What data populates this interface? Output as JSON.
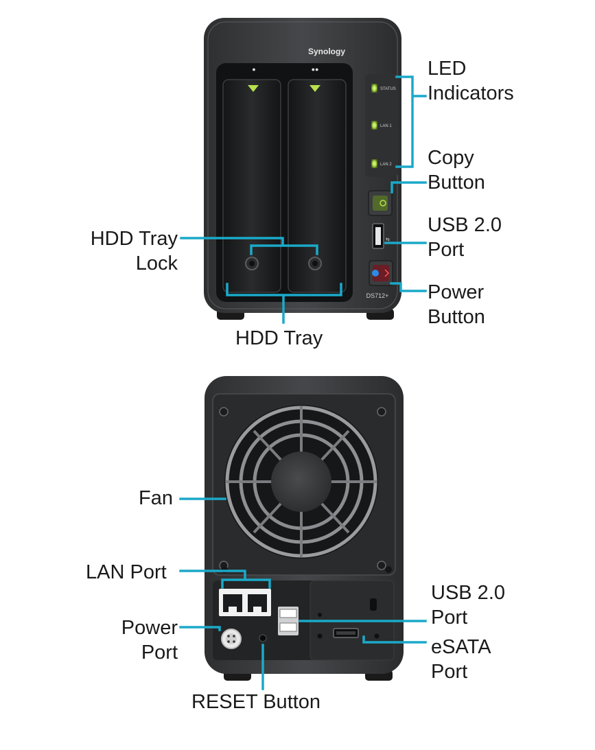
{
  "device": {
    "brand": "Synology",
    "model": "DS712+",
    "front_led_labels": [
      "STATUS",
      "LAN 1",
      "LAN 2"
    ],
    "bay_markers": [
      "●",
      "●●"
    ]
  },
  "front_labels": {
    "led_indicators": [
      "LED",
      "Indicators"
    ],
    "copy_button": [
      "Copy",
      "Button"
    ],
    "usb_front": [
      "USB 2.0",
      "Port"
    ],
    "power_button": [
      "Power",
      "Button"
    ],
    "hdd_tray_lock": [
      "HDD Tray",
      "Lock"
    ],
    "hdd_tray": "HDD Tray"
  },
  "back_labels": {
    "fan": "Fan",
    "lan_port": "LAN Port",
    "power_port": [
      "Power",
      "Port"
    ],
    "usb_back": [
      "USB 2.0",
      "Port"
    ],
    "esata_port": [
      "eSATA",
      "Port"
    ],
    "reset_button": "RESET Button"
  },
  "colors": {
    "callout": "#1ba9c9",
    "chassis": "#3a3b3c",
    "panel": "#1c1d1e",
    "led": "#a8d94a",
    "background": "#ffffff",
    "text": "#1a1a1a"
  }
}
